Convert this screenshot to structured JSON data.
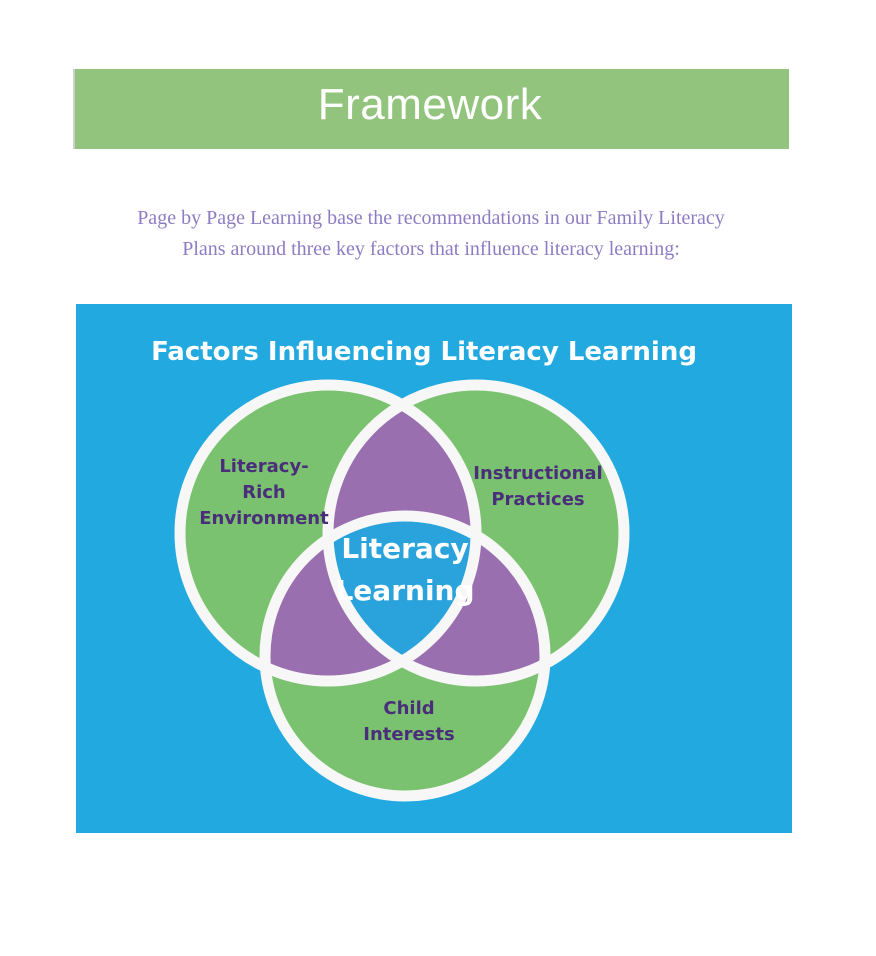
{
  "header": {
    "title": "Framework"
  },
  "intro": {
    "line1": "Page by Page Learning base the recommendations in our Family Literacy",
    "line2": "Plans around three key factors that influence literacy learning:"
  },
  "diagram": {
    "title": "Factors Influencing Literacy Learning",
    "sets": {
      "environment": [
        "Literacy-",
        "Rich",
        "Environment"
      ],
      "instruction": [
        "Instructional",
        "Practices"
      ],
      "interests": [
        "Child",
        "Interests"
      ]
    },
    "center": [
      "Literacy",
      "Learning"
    ],
    "colors": {
      "background": "#22a9e0",
      "circle": "#7bc270",
      "overlap": "#9a6fb0",
      "center": "#2aa3dc",
      "outline": "#f7f7f7",
      "set_text": "#4a2e7a",
      "header": "#93c47d",
      "intro_text": "#8e7cc3"
    }
  }
}
